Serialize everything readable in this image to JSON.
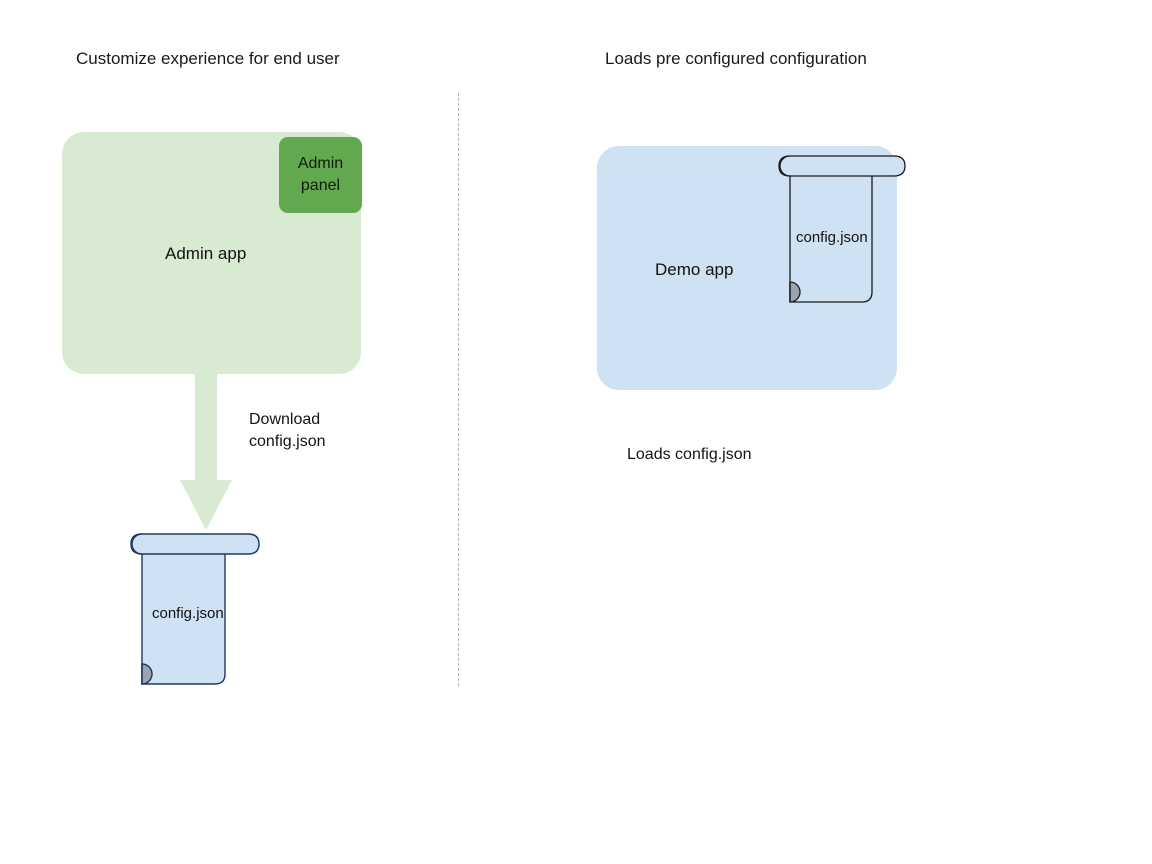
{
  "diagram": {
    "background": "#ffffff",
    "sections": [
      {
        "id": "left",
        "title": "Customize experience for end user",
        "app": {
          "label": "Admin app",
          "fill": "#d9ead3",
          "panel": {
            "label": "Admin\npanel",
            "line1": "Admin",
            "line2": "panel",
            "fill": "#61a84f"
          }
        },
        "edge": {
          "line1": "Download",
          "line2": "config.json",
          "arrow_color": "#d9ead3"
        },
        "artifact": {
          "label": "config.json",
          "fill": "#cfe2f3",
          "stroke": "#1f3864",
          "roll_fill": "#999999"
        }
      },
      {
        "id": "right",
        "title": "Loads pre configured configuration",
        "app": {
          "label": "Demo app",
          "fill": "#cfe2f3"
        },
        "artifact": {
          "label": "config.json",
          "fill": "#cfe2f3",
          "stroke": "#1a1a1a",
          "roll_fill": "#999999"
        },
        "caption": "Loads config.json"
      }
    ],
    "divider": {
      "style": "dashed",
      "color": "#b5b5b5"
    }
  }
}
